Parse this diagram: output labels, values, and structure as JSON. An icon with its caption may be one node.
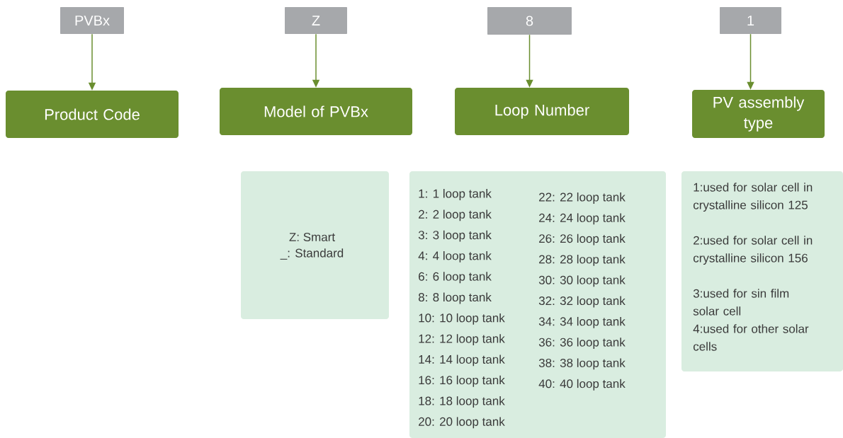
{
  "diagram": {
    "nodes": [
      {
        "text": [
          "PVBx"
        ]
      },
      {
        "text": [
          "Z"
        ]
      },
      {
        "text": [
          "8"
        ]
      },
      {
        "text": [
          "1"
        ]
      },
      {
        "text": [
          "Product Code"
        ]
      },
      {
        "text": [
          "Model of PVBx"
        ]
      },
      {
        "text": [
          "Loop Number"
        ]
      },
      {
        "text": [
          "PV assembly type"
        ]
      },
      {
        "text": [
          "Z: Smart",
          "_: Standard"
        ]
      },
      {
        "text": [
          "1: 1 loop tank",
          "2: 2 loop tank",
          "3: 3 loop tank",
          "4: 4 loop tank",
          "6: 6 loop tank",
          "8: 8 loop tank",
          "10: 10 loop tank",
          "12: 12 loop tank",
          "14: 14 loop tank",
          "16: 16 loop tank",
          "18: 18 loop tank",
          "20: 20 loop tank",
          "22: 22 loop tank",
          "24: 24 loop tank",
          "26: 26 loop tank",
          "28: 28 loop tank",
          "30: 30 loop tank",
          "32: 32 loop tank",
          "34: 34 loop tank",
          "36: 36 loop tank",
          "38: 38 loop tank",
          "40: 40 loop tank"
        ]
      },
      {
        "text": [
          "1:used for solar cell in crystalline silicon 125",
          "2:used for solar cell in crystalline silicon 156",
          "3:used for sin film solar cell",
          "4:used for other solar cells"
        ]
      }
    ],
    "edges": [
      {
        "from": 0,
        "to": 4,
        "arrow": "to"
      },
      {
        "from": 1,
        "to": 5,
        "arrow": "to"
      },
      {
        "from": 2,
        "to": 6,
        "arrow": "to"
      },
      {
        "from": 3,
        "to": 7,
        "arrow": "to"
      }
    ]
  }
}
